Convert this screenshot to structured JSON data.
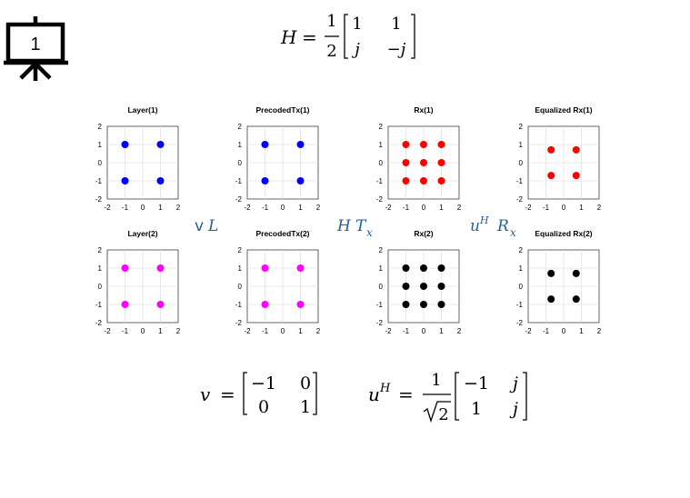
{
  "slide": {
    "number": "1",
    "top_equation": {
      "lhs": "H",
      "eq": "=",
      "frac_num": "1",
      "frac_den": "2",
      "m": [
        [
          "1",
          "1"
        ],
        [
          "j",
          "−j"
        ]
      ]
    },
    "bottom_v": {
      "lhs": "v",
      "eq": "=",
      "m": [
        [
          "−1",
          "0"
        ],
        [
          "0",
          "1"
        ]
      ]
    },
    "bottom_u": {
      "lhs": "u",
      "sup": "H",
      "eq": "=",
      "frac_num": "1",
      "frac_den": "2",
      "m": [
        [
          "−1",
          "j"
        ],
        [
          "1",
          "j"
        ]
      ]
    },
    "labels": {
      "vL": {
        "a": "v",
        "b": "L"
      },
      "HTx": {
        "a": "H",
        "b": "T",
        "sub": "x"
      },
      "uHRx": {
        "a": "u",
        "sup": "H",
        "b": "R",
        "sub": "x"
      }
    }
  },
  "chart_data": [
    {
      "type": "scatter",
      "title": "Layer(1)",
      "color": "#0000ff",
      "xlim": [
        -2,
        2
      ],
      "ylim": [
        -2,
        2
      ],
      "xticks": [
        -2,
        -1,
        0,
        1,
        2
      ],
      "yticks": [
        -2,
        -1,
        0,
        1,
        2
      ],
      "grid": true,
      "points": [
        [
          -1,
          1
        ],
        [
          1,
          1
        ],
        [
          -1,
          -1
        ],
        [
          1,
          -1
        ]
      ]
    },
    {
      "type": "scatter",
      "title": "PrecodedTx(1)",
      "color": "#0000ff",
      "xlim": [
        -2,
        2
      ],
      "ylim": [
        -2,
        2
      ],
      "xticks": [
        -2,
        -1,
        0,
        1,
        2
      ],
      "yticks": [
        -2,
        -1,
        0,
        1,
        2
      ],
      "grid": true,
      "points": [
        [
          -1,
          1
        ],
        [
          1,
          1
        ],
        [
          -1,
          -1
        ],
        [
          1,
          -1
        ]
      ]
    },
    {
      "type": "scatter",
      "title": "Rx(1)",
      "color": "#ff0000",
      "xlim": [
        -2,
        2
      ],
      "ylim": [
        -2,
        2
      ],
      "xticks": [
        -2,
        -1,
        0,
        1,
        2
      ],
      "yticks": [
        -2,
        -1,
        0,
        1,
        2
      ],
      "grid": true,
      "points": [
        [
          -1,
          1
        ],
        [
          0,
          1
        ],
        [
          1,
          1
        ],
        [
          -1,
          0
        ],
        [
          0,
          0
        ],
        [
          1,
          0
        ],
        [
          -1,
          -1
        ],
        [
          0,
          -1
        ],
        [
          1,
          -1
        ]
      ]
    },
    {
      "type": "scatter",
      "title": "Equalized Rx(1)",
      "color": "#ff0000",
      "xlim": [
        -2,
        2
      ],
      "ylim": [
        -2,
        2
      ],
      "xticks": [
        -2,
        -1,
        0,
        1,
        2
      ],
      "yticks": [
        -2,
        -1,
        0,
        1,
        2
      ],
      "grid": true,
      "points": [
        [
          -0.707,
          0.707
        ],
        [
          0.707,
          0.707
        ],
        [
          -0.707,
          -0.707
        ],
        [
          0.707,
          -0.707
        ]
      ]
    },
    {
      "type": "scatter",
      "title": "Layer(2)",
      "color": "#ff00ff",
      "xlim": [
        -2,
        2
      ],
      "ylim": [
        -2,
        2
      ],
      "xticks": [
        -2,
        -1,
        0,
        1,
        2
      ],
      "yticks": [
        -2,
        -1,
        0,
        1,
        2
      ],
      "grid": true,
      "points": [
        [
          -1,
          1
        ],
        [
          1,
          1
        ],
        [
          -1,
          -1
        ],
        [
          1,
          -1
        ]
      ]
    },
    {
      "type": "scatter",
      "title": "PrecodedTx(2)",
      "color": "#ff00ff",
      "xlim": [
        -2,
        2
      ],
      "ylim": [
        -2,
        2
      ],
      "xticks": [
        -2,
        -1,
        0,
        1,
        2
      ],
      "yticks": [
        -2,
        -1,
        0,
        1,
        2
      ],
      "grid": true,
      "points": [
        [
          -1,
          1
        ],
        [
          1,
          1
        ],
        [
          -1,
          -1
        ],
        [
          1,
          -1
        ]
      ]
    },
    {
      "type": "scatter",
      "title": "Rx(2)",
      "color": "#000000",
      "xlim": [
        -2,
        2
      ],
      "ylim": [
        -2,
        2
      ],
      "xticks": [
        -2,
        -1,
        0,
        1,
        2
      ],
      "yticks": [
        -2,
        -1,
        0,
        1,
        2
      ],
      "grid": true,
      "points": [
        [
          -1,
          1
        ],
        [
          0,
          1
        ],
        [
          1,
          1
        ],
        [
          -1,
          0
        ],
        [
          0,
          0
        ],
        [
          1,
          0
        ],
        [
          -1,
          -1
        ],
        [
          0,
          -1
        ],
        [
          1,
          -1
        ]
      ]
    },
    {
      "type": "scatter",
      "title": "Equalized Rx(2)",
      "color": "#000000",
      "xlim": [
        -2,
        2
      ],
      "ylim": [
        -2,
        2
      ],
      "xticks": [
        -2,
        -1,
        0,
        1,
        2
      ],
      "yticks": [
        -2,
        -1,
        0,
        1,
        2
      ],
      "grid": true,
      "points": [
        [
          -0.707,
          0.707
        ],
        [
          0.707,
          0.707
        ],
        [
          -0.707,
          -0.707
        ],
        [
          0.707,
          -0.707
        ]
      ]
    }
  ]
}
